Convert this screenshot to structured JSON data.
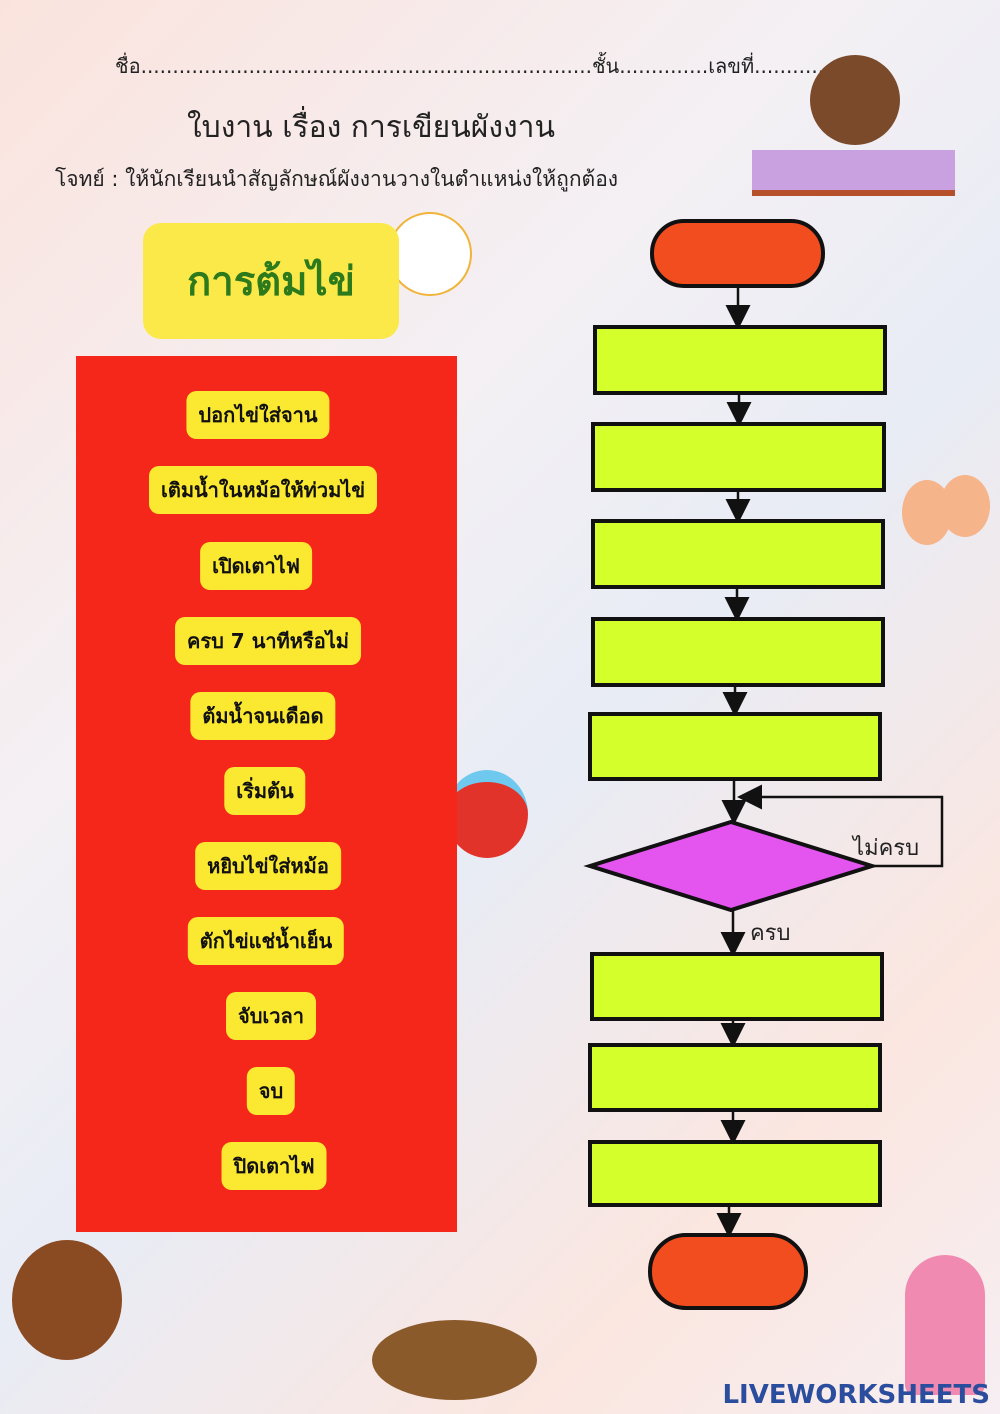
{
  "header": {
    "name_line": "ชื่อ.......................................................................ชั้น..............เลขที่............",
    "title": "ใบงาน เรื่อง การเขียนผังงาน",
    "instruction": "โจทย์ : ให้นักเรียนนำสัญลักษณ์ผังงานวางในตำแหน่งให้ถูกต้อง"
  },
  "topic": "การต้มไข่",
  "cards": [
    "ปอกไข่ใส่จาน",
    "เติมน้ำในหม้อให้ท่วมไข่",
    "เปิดเตาไฟ",
    "ครบ 7 นาทีหรือไม่",
    "ต้มน้ำจนเดือด",
    "เริ่มต้น",
    "หยิบไข่ใส่หม้อ",
    "ตักไข่แช่น้ำเย็น",
    "จับเวลา",
    "จบ",
    "ปิดเตาไฟ"
  ],
  "flowchart": {
    "no_label": "ไม่ครบ",
    "yes_label": "ครบ",
    "colors": {
      "terminal": "#f24d1f",
      "process": "#d4ff2a",
      "decision": "#e455f0"
    }
  },
  "colors": {
    "panel": "#f5261a",
    "card": "#fbe830",
    "title_box": "#fbe94a",
    "title_text": "#2d7a1c"
  },
  "brand": "LIVEWORKSHEETS"
}
